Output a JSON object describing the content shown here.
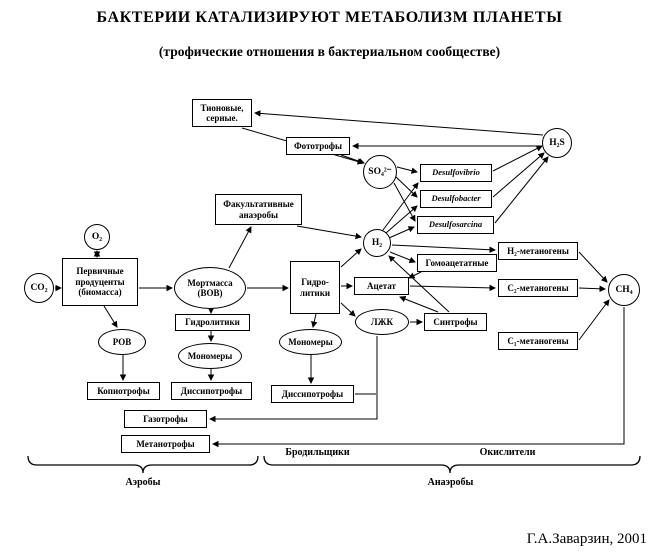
{
  "title": "БАКТЕРИИ КАТАЛИЗИРУЮТ МЕТАБОЛИЗМ ПЛАНЕТЫ",
  "subtitle": "(трофические отношения в бактериальном сообществе)",
  "attribution": "Г.А.Заварзин, 2001",
  "diagram": {
    "nodes": {
      "thionic": "Тионовые,\nсерные.",
      "phototrophs": "Фототрофы",
      "sulfate": "SO₄²⁻",
      "h2s": "H₂S",
      "desulfovibrio": "Desulfovibrio",
      "desulfobacter": "Desulfobacter",
      "desulfosarcina": "Desulfosarcina",
      "facultative_anaerobes": "Факультативные\nанаэробы",
      "h2": "H₂",
      "homoacetogens": "Гомоацетатные",
      "h2_methanogens": "Н₂-метаногены",
      "c2_methanogens": "С₂-метаногены",
      "c1_methanogens": "С₁-метаногены",
      "co2": "CO₂",
      "o2": "O₂",
      "primary_producers": "Первичные\nпродуценты\n(биомасса)",
      "mortmass": "Мортмасса\n(ВОВ)",
      "hydrolytics_main": "Гидро-\nлитики",
      "acetate": "Ацетат",
      "vfa": "ЛЖК",
      "syntrophs": "Синтрофы",
      "ch4": "CH₄",
      "dom": "РОВ",
      "hydrolytics": "Гидролитики",
      "monomers_left": "Мономеры",
      "monomers_mid": "Мономеры",
      "copiotrophs": "Копиотрофы",
      "dissipotrophs_left": "Диссипотрофы",
      "dissipotrophs_mid": "Диссипотрофы",
      "gasotrophs": "Газотрофы",
      "methanotrophs": "Метанотрофы"
    },
    "groups": {
      "fermenters": "Бродильщики",
      "oxidizers": "Окислители",
      "aerobes": "Аэробы",
      "anaerobes": "Анаэробы"
    }
  }
}
